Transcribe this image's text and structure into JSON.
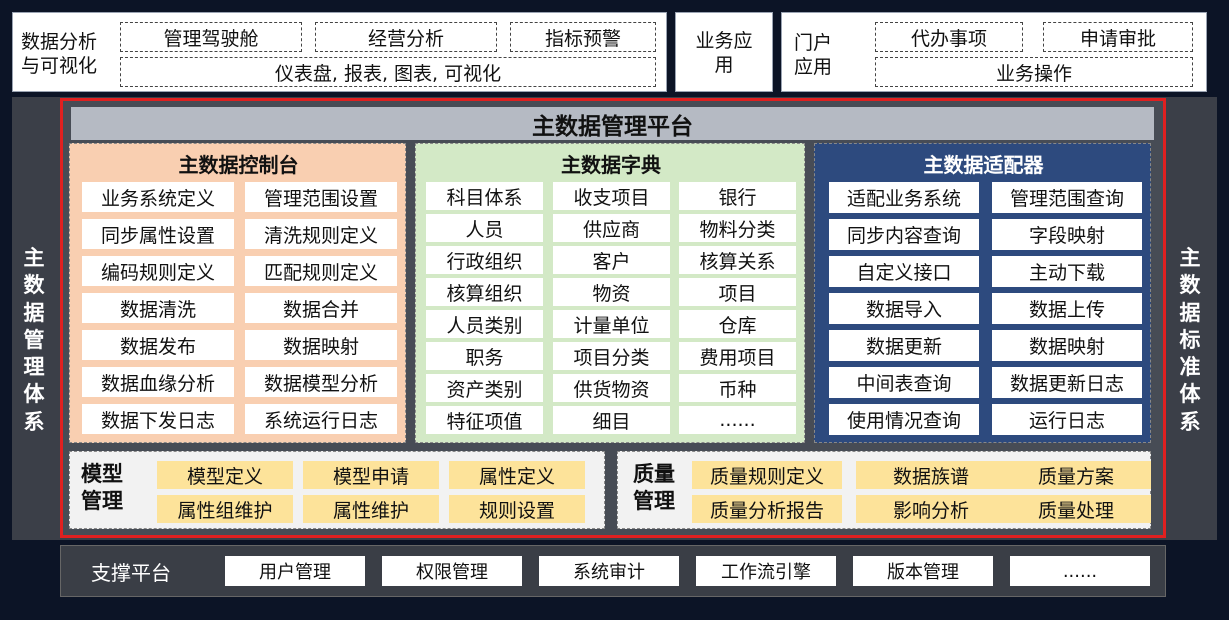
{
  "top": {
    "analysis": {
      "label": "数据分析与可视化",
      "label_line1": "数据分析",
      "label_line2": "与可视化",
      "items": [
        "管理驾驶舱",
        "经营分析",
        "指标预警"
      ],
      "wide": "仪表盘, 报表, 图表, 可视化"
    },
    "business_app": {
      "line1": "业务应",
      "line2": "用"
    },
    "portal": {
      "line1": "门户",
      "line2": "应用",
      "items": [
        "代办事项",
        "申请审批"
      ],
      "wide": "业务操作"
    }
  },
  "side": {
    "left": "主数据管理体系",
    "right": "主数据标准体系"
  },
  "platform": {
    "title": "主数据管理平台",
    "control": {
      "title": "主数据控制台",
      "items": [
        "业务系统定义",
        "管理范围设置",
        "同步属性设置",
        "清洗规则定义",
        "编码规则定义",
        "匹配规则定义",
        "数据清洗",
        "数据合并",
        "数据发布",
        "数据映射",
        "数据血缘分析",
        "数据模型分析",
        "数据下发日志",
        "系统运行日志"
      ]
    },
    "dictionary": {
      "title": "主数据字典",
      "items": [
        "科目体系",
        "收支项目",
        "银行",
        "人员",
        "供应商",
        "物料分类",
        "行政组织",
        "客户",
        "核算关系",
        "核算组织",
        "物资",
        "项目",
        "人员类别",
        "计量单位",
        "仓库",
        "职务",
        "项目分类",
        "费用项目",
        "资产类别",
        "供货物资",
        "币种",
        "特征项值",
        "细目",
        "......"
      ]
    },
    "adapter": {
      "title": "主数据适配器",
      "items": [
        "适配业务系统",
        "管理范围查询",
        "同步内容查询",
        "字段映射",
        "自定义接口",
        "主动下载",
        "数据导入",
        "数据上传",
        "数据更新",
        "数据映射",
        "中间表查询",
        "数据更新日志",
        "使用情况查询",
        "运行日志"
      ]
    },
    "model": {
      "label_line1": "模型",
      "label_line2": "管理",
      "items": [
        "模型定义",
        "模型申请",
        "属性定义",
        "属性组维护",
        "属性维护",
        "规则设置"
      ]
    },
    "quality": {
      "label_line1": "质量",
      "label_line2": "管理",
      "items": [
        "质量规则定义",
        "数据族谱",
        "质量方案",
        "质量分析报告",
        "影响分析",
        "质量处理"
      ]
    }
  },
  "support": {
    "label": "支撑平台",
    "items": [
      "用户管理",
      "权限管理",
      "系统审计",
      "工作流引擎",
      "版本管理",
      "......"
    ]
  }
}
